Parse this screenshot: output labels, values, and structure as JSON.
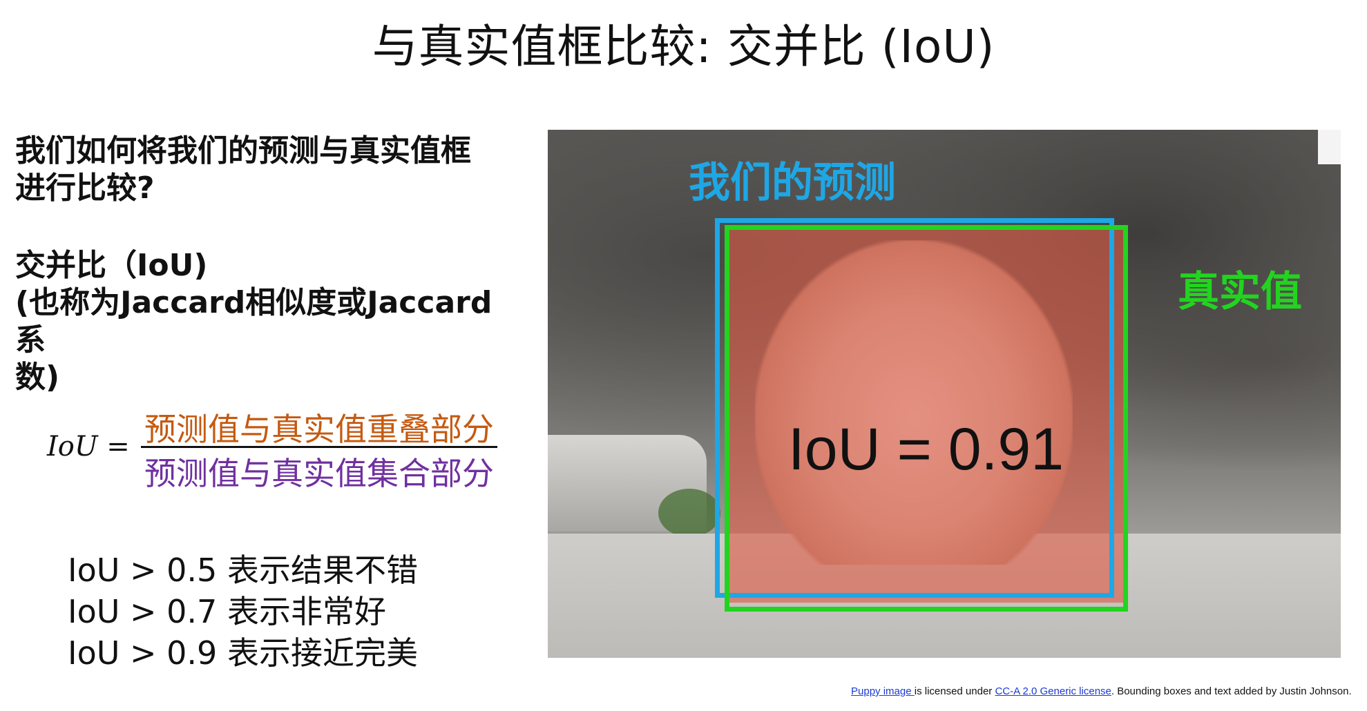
{
  "title": "与真实值框比较: 交并比 (IoU)",
  "left": {
    "question_line1": "我们如何将我们的预测与真实值框",
    "question_line2": "进行比较?",
    "iou_line1": "交并比（IoU)",
    "iou_line2": "(也称为Jaccard相似度或Jaccard系",
    "iou_line3": "数)"
  },
  "formula": {
    "lhs": "IoU =",
    "numerator": "预测值与真实值重叠部分",
    "denominator": "预测值与真实值集合部分",
    "numerator_color": "#c55a11",
    "denominator_color": "#7030a0"
  },
  "thresholds": [
    "IoU > 0.5 表示结果不错",
    "IoU > 0.7 表示非常好",
    "IoU > 0.9 表示接近完美"
  ],
  "figure": {
    "prediction_label": "我们的预测",
    "ground_truth_label": "真实值",
    "iou_text": "IoU = 0.91",
    "prediction_color": "#1ea7e6",
    "ground_truth_color": "#22d41f",
    "overlap_color": "#dc5a46"
  },
  "credit": {
    "link1": "Puppy image ",
    "text1": "is licensed under ",
    "link2": "CC-A 2.0 Generic license",
    "text2": ". Bounding boxes and text added by Justin Johnson."
  }
}
